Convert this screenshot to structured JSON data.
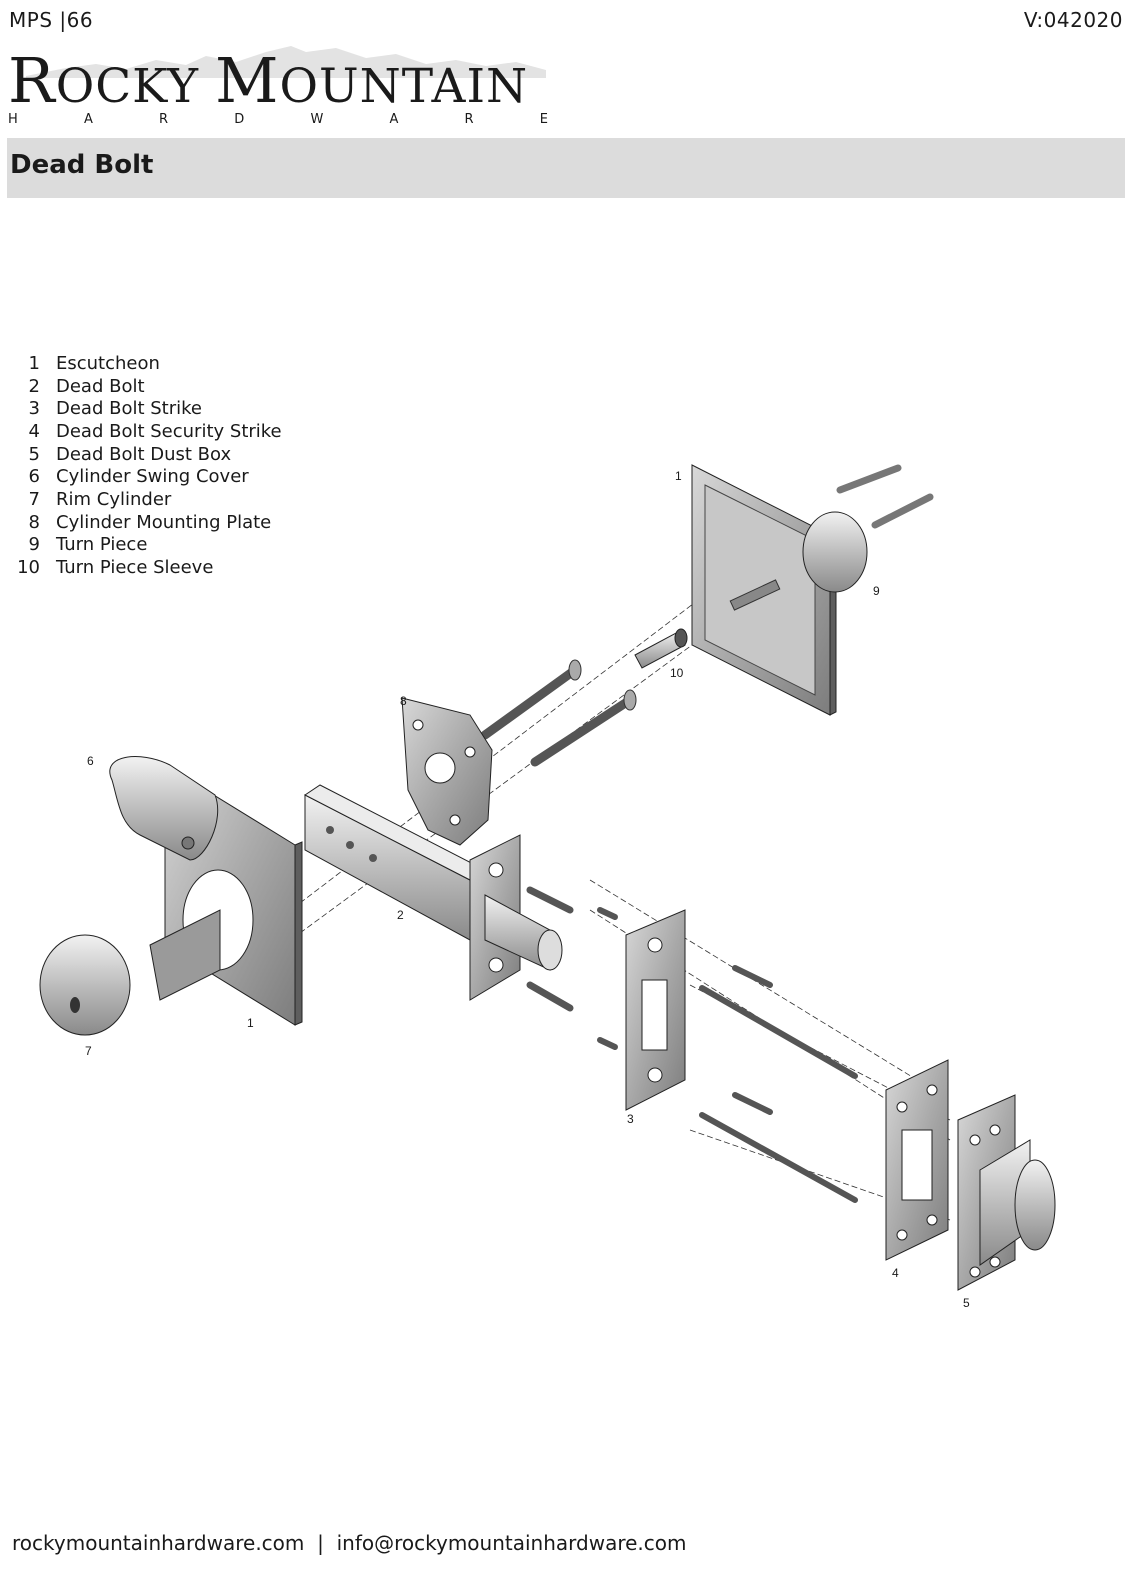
{
  "header": {
    "doc_code": "MPS  |66",
    "version": "V:042020",
    "brand_name_parts": [
      "R",
      "OCKY ",
      "M",
      "OUNTAIN"
    ],
    "brand_subtitle": [
      "H",
      "A",
      "R",
      "D",
      "W",
      "A",
      "R",
      "E"
    ]
  },
  "title": "Dead Bolt",
  "parts": [
    {
      "num": "1",
      "name": "Escutcheon"
    },
    {
      "num": "2",
      "name": "Dead Bolt"
    },
    {
      "num": "3",
      "name": "Dead Bolt Strike"
    },
    {
      "num": "4",
      "name": "Dead Bolt Security Strike"
    },
    {
      "num": "5",
      "name": "Dead Bolt Dust Box"
    },
    {
      "num": "6",
      "name": "Cylinder Swing Cover"
    },
    {
      "num": "7",
      "name": "Rim Cylinder"
    },
    {
      "num": "8",
      "name": "Cylinder Mounting Plate"
    },
    {
      "num": "9",
      "name": "Turn Piece"
    },
    {
      "num": "10",
      "name": "Turn Piece Sleeve"
    }
  ],
  "diagram": {
    "callouts": [
      "1",
      "9",
      "10",
      "8",
      "6",
      "2",
      "1",
      "7",
      "3",
      "4",
      "5"
    ]
  },
  "footer": {
    "website": "rockymountainhardware.com",
    "separator": "|",
    "email": "info@rockymountainhardware.com"
  }
}
